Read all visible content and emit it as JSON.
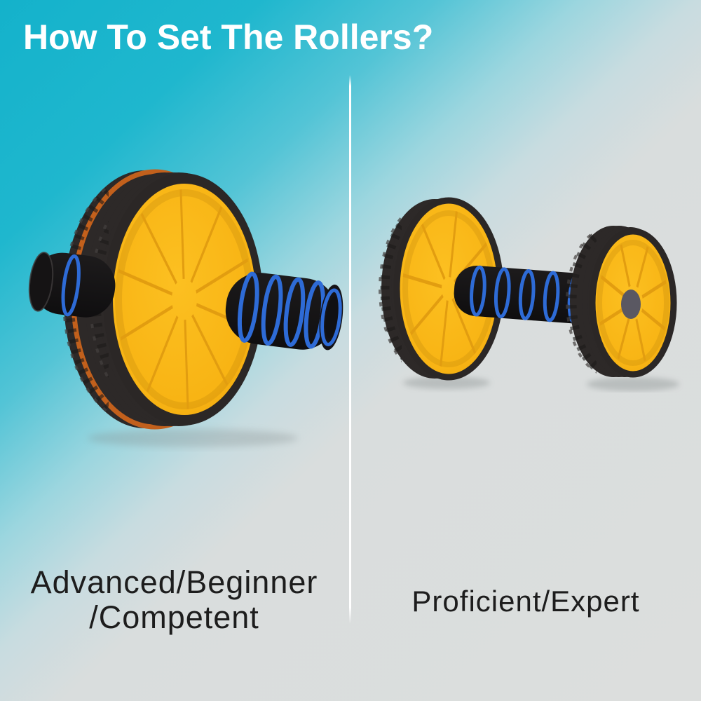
{
  "title": "How To Set The Rollers?",
  "panels": {
    "left": {
      "label_line1": "Advanced/Beginner",
      "label_line2": "/Competent",
      "illustration": "ab roller with both wheels set together at the center of the axle"
    },
    "right": {
      "label": "Proficient/Expert",
      "illustration": "ab roller with the two wheels set apart at the ends of the axle"
    }
  },
  "colors": {
    "background_teal": "#14b2cb",
    "background_gray": "#dcdedd",
    "title_text": "#ffffff",
    "label_text": "#1d1d1d",
    "divider": "#ffffff",
    "wheel_yellow": "#f8b414",
    "wheel_rim_black": "#2b2726",
    "tread_black": "#2d2928",
    "groove_orange": "#c2601c",
    "handle_foam_black": "#1f1d1e",
    "handle_stripe_blue": "#2e6bd6",
    "hub_gray": "#5a5862"
  }
}
